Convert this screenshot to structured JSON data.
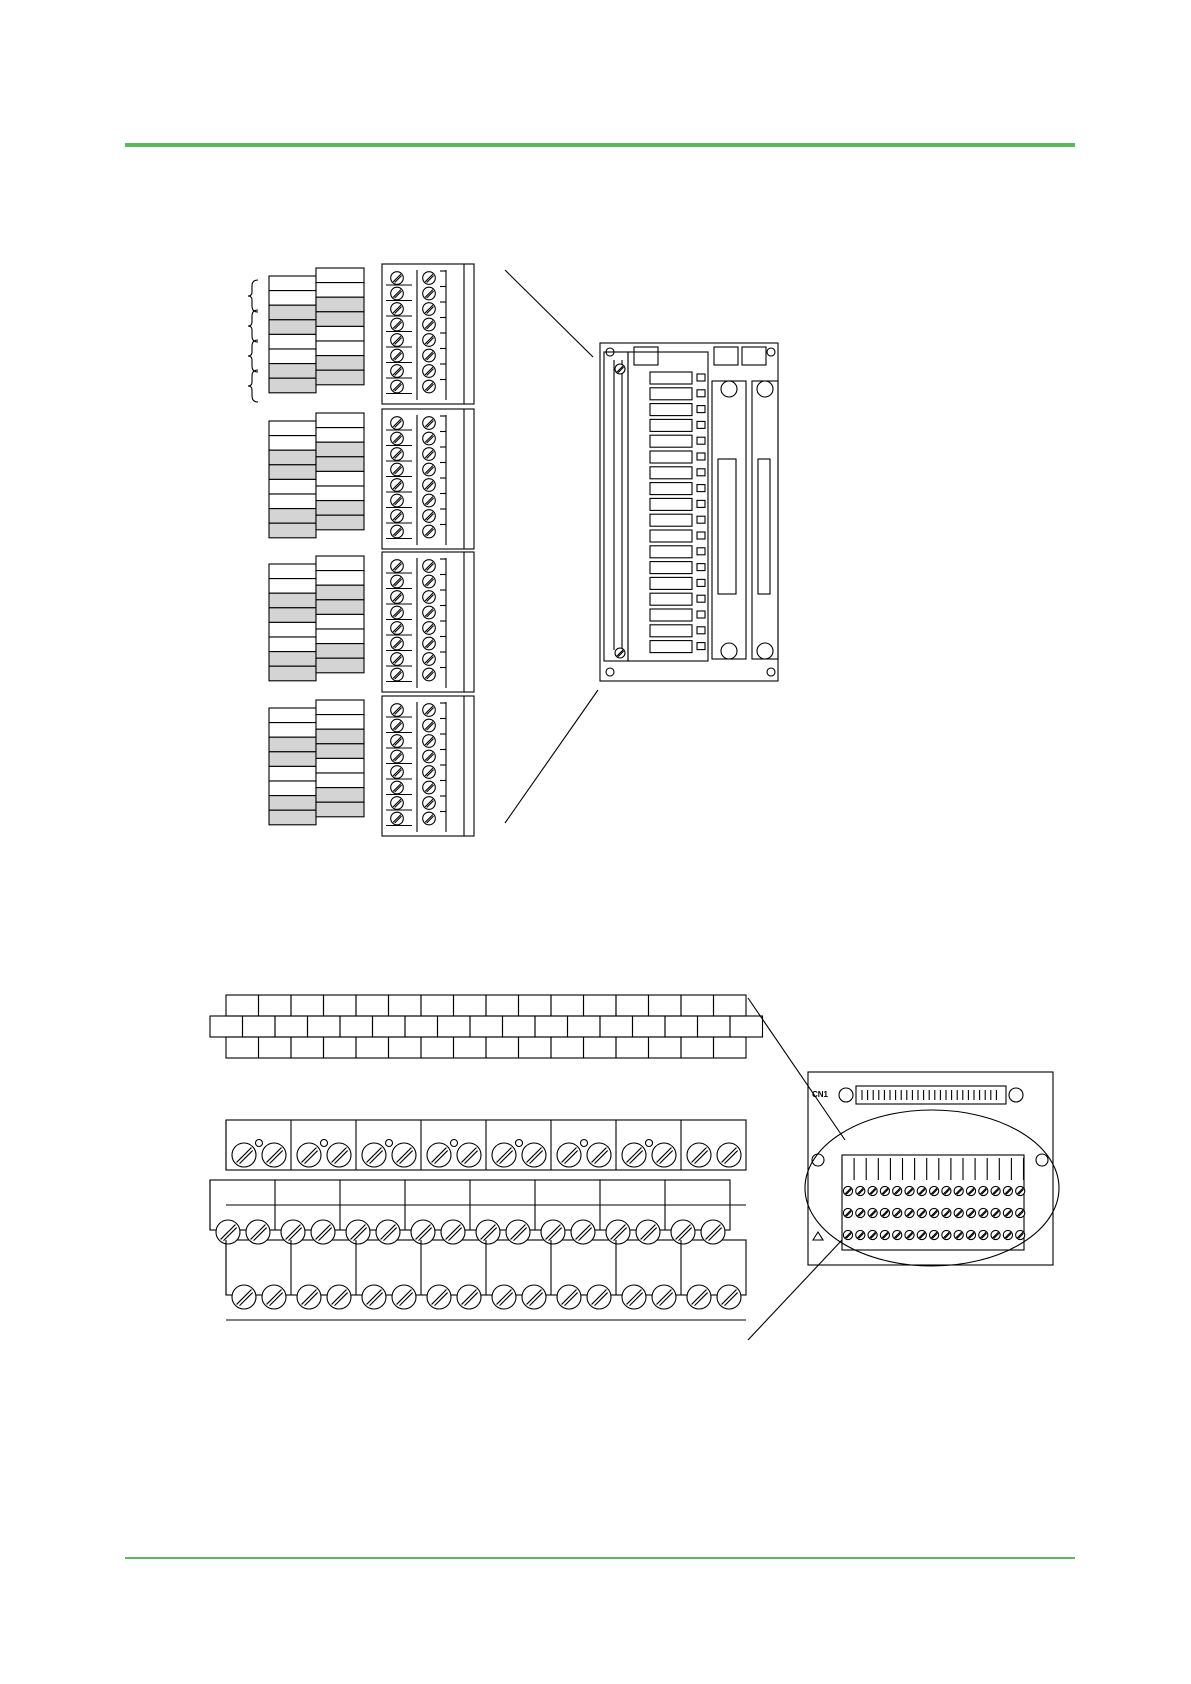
{
  "colors": {
    "rule": "#5cb85c",
    "gray_cell": "#d4d4d4",
    "white_cell": "#ffffff",
    "line": "#000000"
  },
  "top_figure": {
    "terminal_block_count": 4,
    "rows_per_block": 8,
    "left_column_gray_rows": [
      3,
      4,
      7,
      8
    ],
    "right_column_gray_rows": [
      3,
      4,
      7,
      8
    ],
    "module_slot_count": 18
  },
  "bottom_figure": {
    "top_row_cells": 16,
    "middle_row_cells": 17,
    "bottom_row_cells": 16,
    "screw_pairs_per_row": 8,
    "connector_label": "CN1"
  }
}
